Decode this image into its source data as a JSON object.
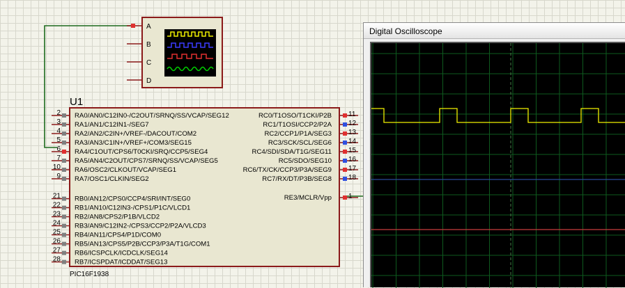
{
  "colors": {
    "component_border": "#8b1a1a",
    "wire": "#1e6b1e",
    "pin_gray": "#808080",
    "pin_red": "#e03030",
    "pin_blue": "#3050e0",
    "chip_fill": "#e9e7d1",
    "trace_yellow": "#f0f000",
    "trace_red": "#c83c3c",
    "trace_blue": "#3c3cff",
    "trace_green": "#00d000",
    "scope_grid": "#0e5a1e"
  },
  "probe": {
    "channels": [
      "A",
      "B",
      "C",
      "D"
    ],
    "icon": "oscilloscope-waveform-icon"
  },
  "chip": {
    "ref": "U1",
    "part": "PIC16F1938",
    "left_pins": [
      {
        "num": "2",
        "label": "RA0/AN0/C12IN0-/C2OUT/SRNQ/SS/VCAP/SEG12"
      },
      {
        "num": "3",
        "label": "RA1/AN1/C12IN1-/SEG7"
      },
      {
        "num": "4",
        "label": "RA2/AN2/C2IN+/VREF-/DACOUT/COM2"
      },
      {
        "num": "5",
        "label": "RA3/AN3/C1IN+/VREF+/COM3/SEG15"
      },
      {
        "num": "6",
        "label": "RA4/C1OUT/CPS6/T0CKI/SRQ/CCP5/SEG4"
      },
      {
        "num": "7",
        "label": "RA5/AN4/C2OUT/CPS7/SRNQ/SS/VCAP/SEG5"
      },
      {
        "num": "10",
        "label": "RA6/OSC2/CLKOUT/VCAP/SEG1"
      },
      {
        "num": "9",
        "label": "RA7/OSC1/CLKIN/SEG2"
      },
      {
        "num": "21",
        "label": "RB0/AN12/CPS0/CCP4/SRI/INT/SEG0"
      },
      {
        "num": "22",
        "label": "RB1/AN10/C12IN3-/CPS1/P1C/VLCD1"
      },
      {
        "num": "23",
        "label": "RB2/AN8/CPS2/P1B/VLCD2"
      },
      {
        "num": "24",
        "label": "RB3/AN9/C12IN2-/CPS3/CCP2/P2A/VLCD3"
      },
      {
        "num": "25",
        "label": "RB4/AN11/CPS4/P1D/COM0"
      },
      {
        "num": "26",
        "label": "RB5/AN13/CPS5/P2B/CCP3/P3A/T1G/COM1"
      },
      {
        "num": "27",
        "label": "RB6/ICSPCLK/ICDCLK/SEG14"
      },
      {
        "num": "28",
        "label": "RB7/ICSPDAT/ICDDAT/SEG13"
      }
    ],
    "right_pins": [
      {
        "num": "11",
        "label": "RC0/T1OSO/T1CKI/P2B"
      },
      {
        "num": "12",
        "label": "RC1/T1OSI/CCP2/P2A"
      },
      {
        "num": "13",
        "label": "RC2/CCP1/P1A/SEG3"
      },
      {
        "num": "14",
        "label": "RC3/SCK/SCL/SEG6"
      },
      {
        "num": "15",
        "label": "RC4/SDI/SDA/T1G/SEG11"
      },
      {
        "num": "16",
        "label": "RC5/SDO/SEG10"
      },
      {
        "num": "17",
        "label": "RC6/TX/CK/CCP3/P3A/SEG9"
      },
      {
        "num": "18",
        "label": "RC7/RX/DT/P3B/SEG8"
      },
      {
        "num": "1",
        "label": "RE3/MCLR/Vpp"
      }
    ]
  },
  "oscilloscope": {
    "title": "Digital Oscilloscope"
  }
}
